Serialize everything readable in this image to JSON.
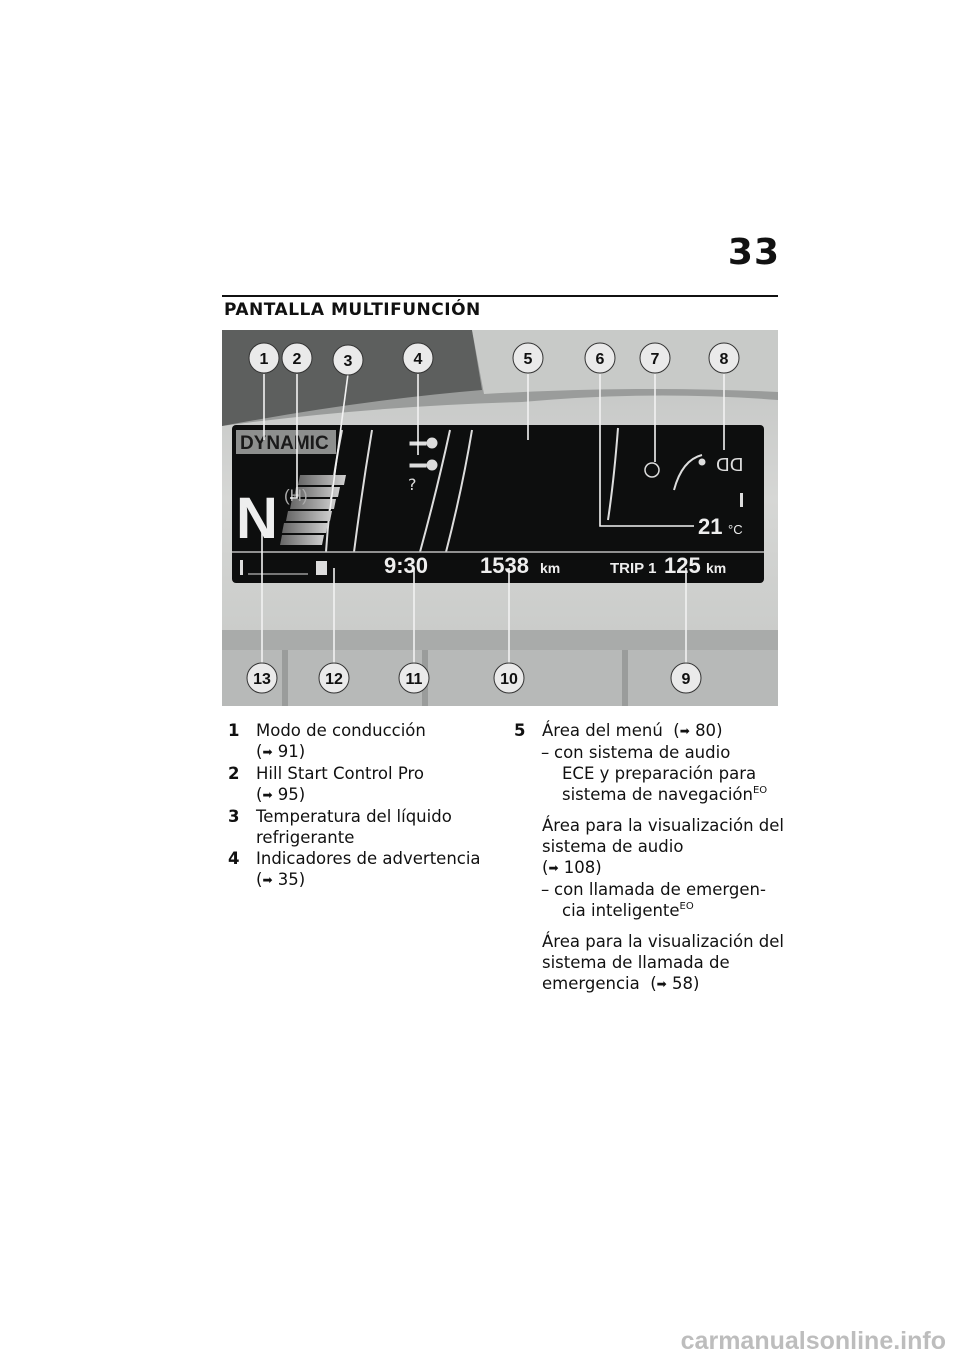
{
  "page": {
    "number": "33",
    "section_title": "PANTALLA MULTIFUNCIÓN",
    "watermark": "carmanualsonline.info"
  },
  "display": {
    "mode": "DYNAMIC",
    "gear": "N",
    "hill_start_symbol": "(H)",
    "clock": "9:30",
    "odometer": "1538",
    "odometer_unit": "km",
    "trip_label": "TRIP 1",
    "trip_value": "125",
    "trip_unit": "km",
    "temperature": "21",
    "temperature_unit": "°C",
    "callouts": [
      "1",
      "2",
      "3",
      "4",
      "5",
      "6",
      "7",
      "8",
      "9",
      "10",
      "11",
      "12",
      "13"
    ]
  },
  "legend": {
    "arrow_icon": "reference-arrow-icon",
    "left": [
      {
        "num": "1",
        "text": "Modo de conducción",
        "ref": "91"
      },
      {
        "num": "2",
        "text": "Hill Start Control Pro",
        "ref": "95"
      },
      {
        "num": "3",
        "text": "Temperatura del líquido refrigerante"
      },
      {
        "num": "4",
        "text": "Indicadores de advertencia",
        "ref": "35"
      }
    ],
    "right": {
      "num": "5",
      "title": "Área del menú",
      "title_ref": "80",
      "sub1_line1": "con sistema de audio",
      "sub1_line2": "ECE y preparación para",
      "sub1_line3": "sistema de navegación",
      "sub1_sup": "EO",
      "para1": "Área para la visualización del sistema de audio",
      "para1_ref": "108",
      "sub2_line1": "con llamada de emergen-",
      "sub2_line2": "cia inteligente",
      "sub2_sup": "EO",
      "para2": "Área para la visualización del sistema de llamada de emergencia",
      "para2_ref": "58"
    }
  }
}
